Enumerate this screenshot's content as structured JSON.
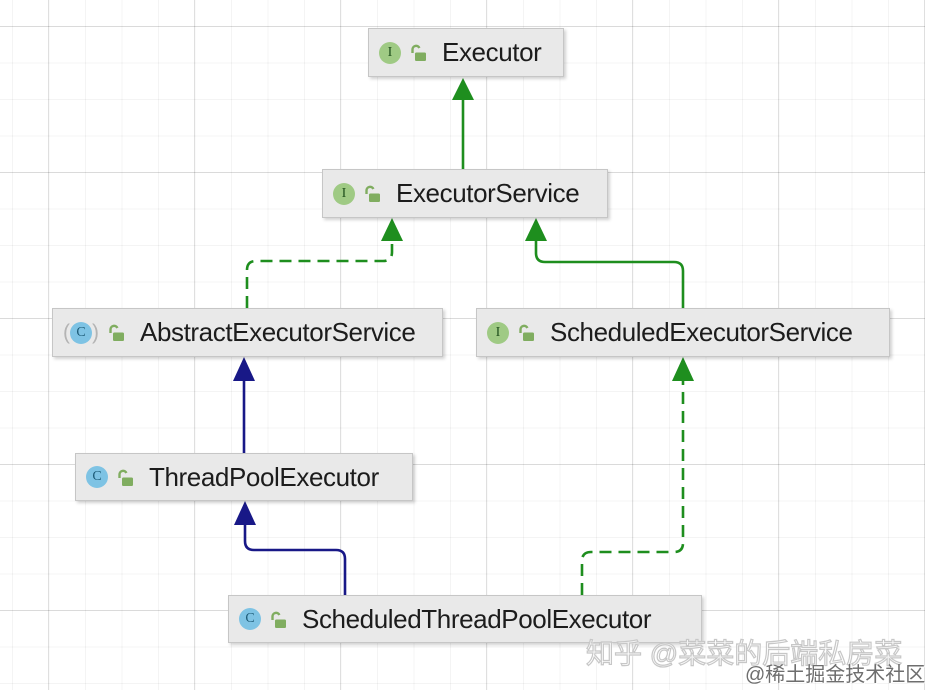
{
  "diagram": {
    "app_context": "IDE UML class diagram on grid background",
    "nodes": [
      {
        "id": "executor",
        "label": "Executor",
        "kind": "interface",
        "icon_letter": "I",
        "visibility": "public"
      },
      {
        "id": "executor-service",
        "label": "ExecutorService",
        "kind": "interface",
        "icon_letter": "I",
        "visibility": "public"
      },
      {
        "id": "abstract-executor-service",
        "label": "AbstractExecutorService",
        "kind": "abstract-class",
        "icon_letter": "C",
        "visibility": "public"
      },
      {
        "id": "scheduled-executor-service",
        "label": "ScheduledExecutorService",
        "kind": "interface",
        "icon_letter": "I",
        "visibility": "public"
      },
      {
        "id": "thread-pool-executor",
        "label": "ThreadPoolExecutor",
        "kind": "class",
        "icon_letter": "C",
        "visibility": "public"
      },
      {
        "id": "scheduled-thread-pool-executor",
        "label": "ScheduledThreadPoolExecutor",
        "kind": "class",
        "icon_letter": "C",
        "visibility": "public"
      }
    ],
    "edges": [
      {
        "from": "ExecutorService",
        "to": "Executor",
        "relation": "extends",
        "line": "solid",
        "color": "#1e8e1e"
      },
      {
        "from": "AbstractExecutorService",
        "to": "ExecutorService",
        "relation": "implements",
        "line": "dashed",
        "color": "#1e8e1e"
      },
      {
        "from": "ScheduledExecutorService",
        "to": "ExecutorService",
        "relation": "extends",
        "line": "solid",
        "color": "#1e8e1e"
      },
      {
        "from": "ThreadPoolExecutor",
        "to": "AbstractExecutorService",
        "relation": "extends",
        "line": "solid",
        "color": "#181887"
      },
      {
        "from": "ScheduledThreadPoolExecutor",
        "to": "ThreadPoolExecutor",
        "relation": "extends",
        "line": "solid",
        "color": "#181887"
      },
      {
        "from": "ScheduledThreadPoolExecutor",
        "to": "ScheduledExecutorService",
        "relation": "implements",
        "line": "dashed",
        "color": "#1e8e1e"
      }
    ],
    "watermarks": [
      {
        "id": "zhihu",
        "text": "知乎 @菜菜的后端私房菜"
      },
      {
        "id": "juejin",
        "text": "@稀土掘金技术社区"
      }
    ],
    "palette": {
      "node_fill": "#e9e9e9",
      "node_border": "#c6c6c6",
      "interface_badge": "#9fca84",
      "class_badge": "#7ec3e4",
      "lock_green": "#80ad60",
      "edge_green": "#1e8e1e",
      "edge_navy": "#181887"
    }
  }
}
